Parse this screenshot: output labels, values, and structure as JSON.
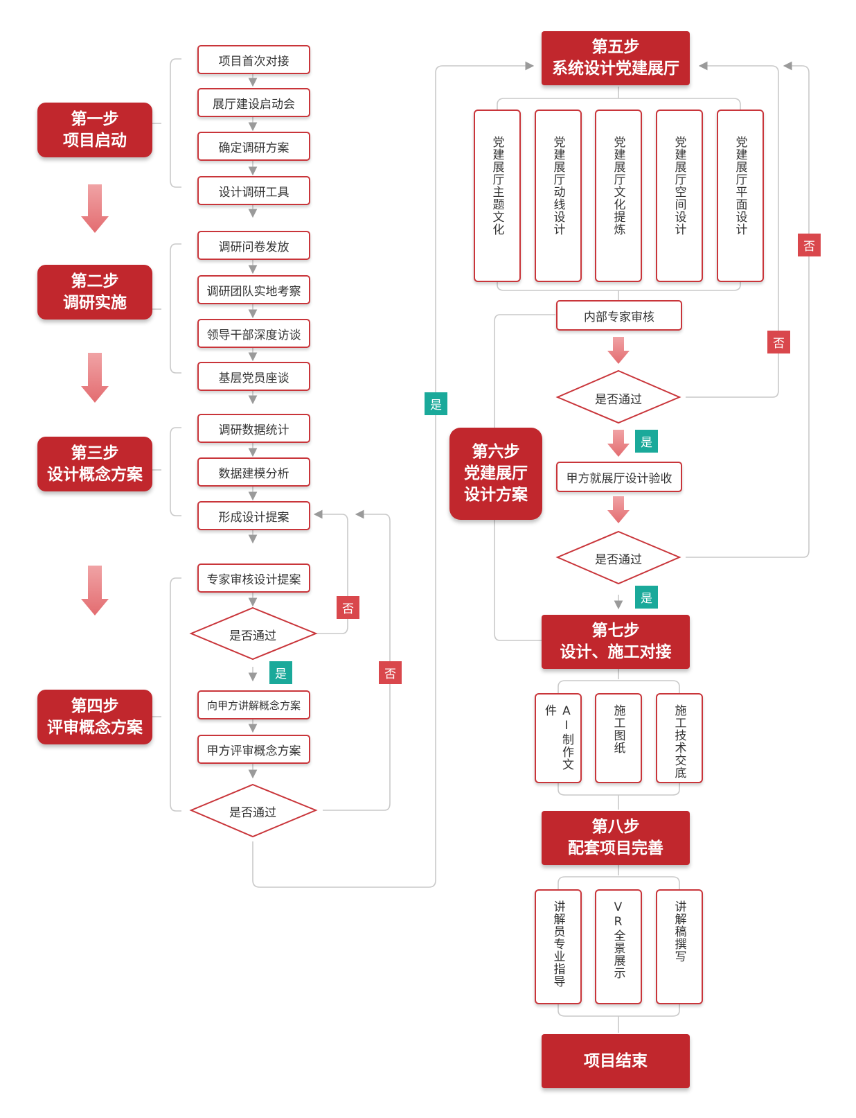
{
  "colors": {
    "primary": "#c1272d",
    "line": "#c9c9c9",
    "yes": "#1aa99a",
    "no": "#d9474c"
  },
  "steps": {
    "s1": [
      "第一步",
      "项目启动"
    ],
    "s2": [
      "第二步",
      "调研实施"
    ],
    "s3": [
      "第三步",
      "设计概念方案"
    ],
    "s4": [
      "第四步",
      "评审概念方案"
    ],
    "s5": [
      "第五步",
      "系统设计党建展厅"
    ],
    "s6": [
      "第六步",
      "党建展厅",
      "设计方案"
    ],
    "s7": [
      "第七步",
      "设计、施工对接"
    ],
    "s8": [
      "第八步",
      "配套项目完善"
    ],
    "end": "项目结束"
  },
  "left_boxes": {
    "b1": "项目首次对接",
    "b2": "展厅建设启动会",
    "b3": "确定调研方案",
    "b4": "设计调研工具",
    "b5": "调研问卷发放",
    "b6": "调研团队实地考察",
    "b7": "领导干部深度访谈",
    "b8": "基层党员座谈",
    "b9": "调研数据统计",
    "b10": "数据建模分析",
    "b11": "形成设计提案",
    "b12": "专家审核设计提案",
    "b13": "向甲方讲解概念方案",
    "b14": "甲方评审概念方案"
  },
  "decision": "是否通过",
  "yes": "是",
  "no": "否",
  "step5_items": [
    "党建展厅主题文化",
    "党建展厅动线设计",
    "党建展厅文化提炼",
    "党建展厅空间设计",
    "党建展厅平面设计"
  ],
  "right_boxes": {
    "internal_review": "内部专家审核",
    "client_accept": "甲方就展厅设计验收"
  },
  "step7_items": [
    "AI制作文件",
    "施工图纸",
    "施工技术交底"
  ],
  "step8_items": [
    "讲解员专业指导",
    "VR全景展示",
    "讲解稿撰写"
  ]
}
